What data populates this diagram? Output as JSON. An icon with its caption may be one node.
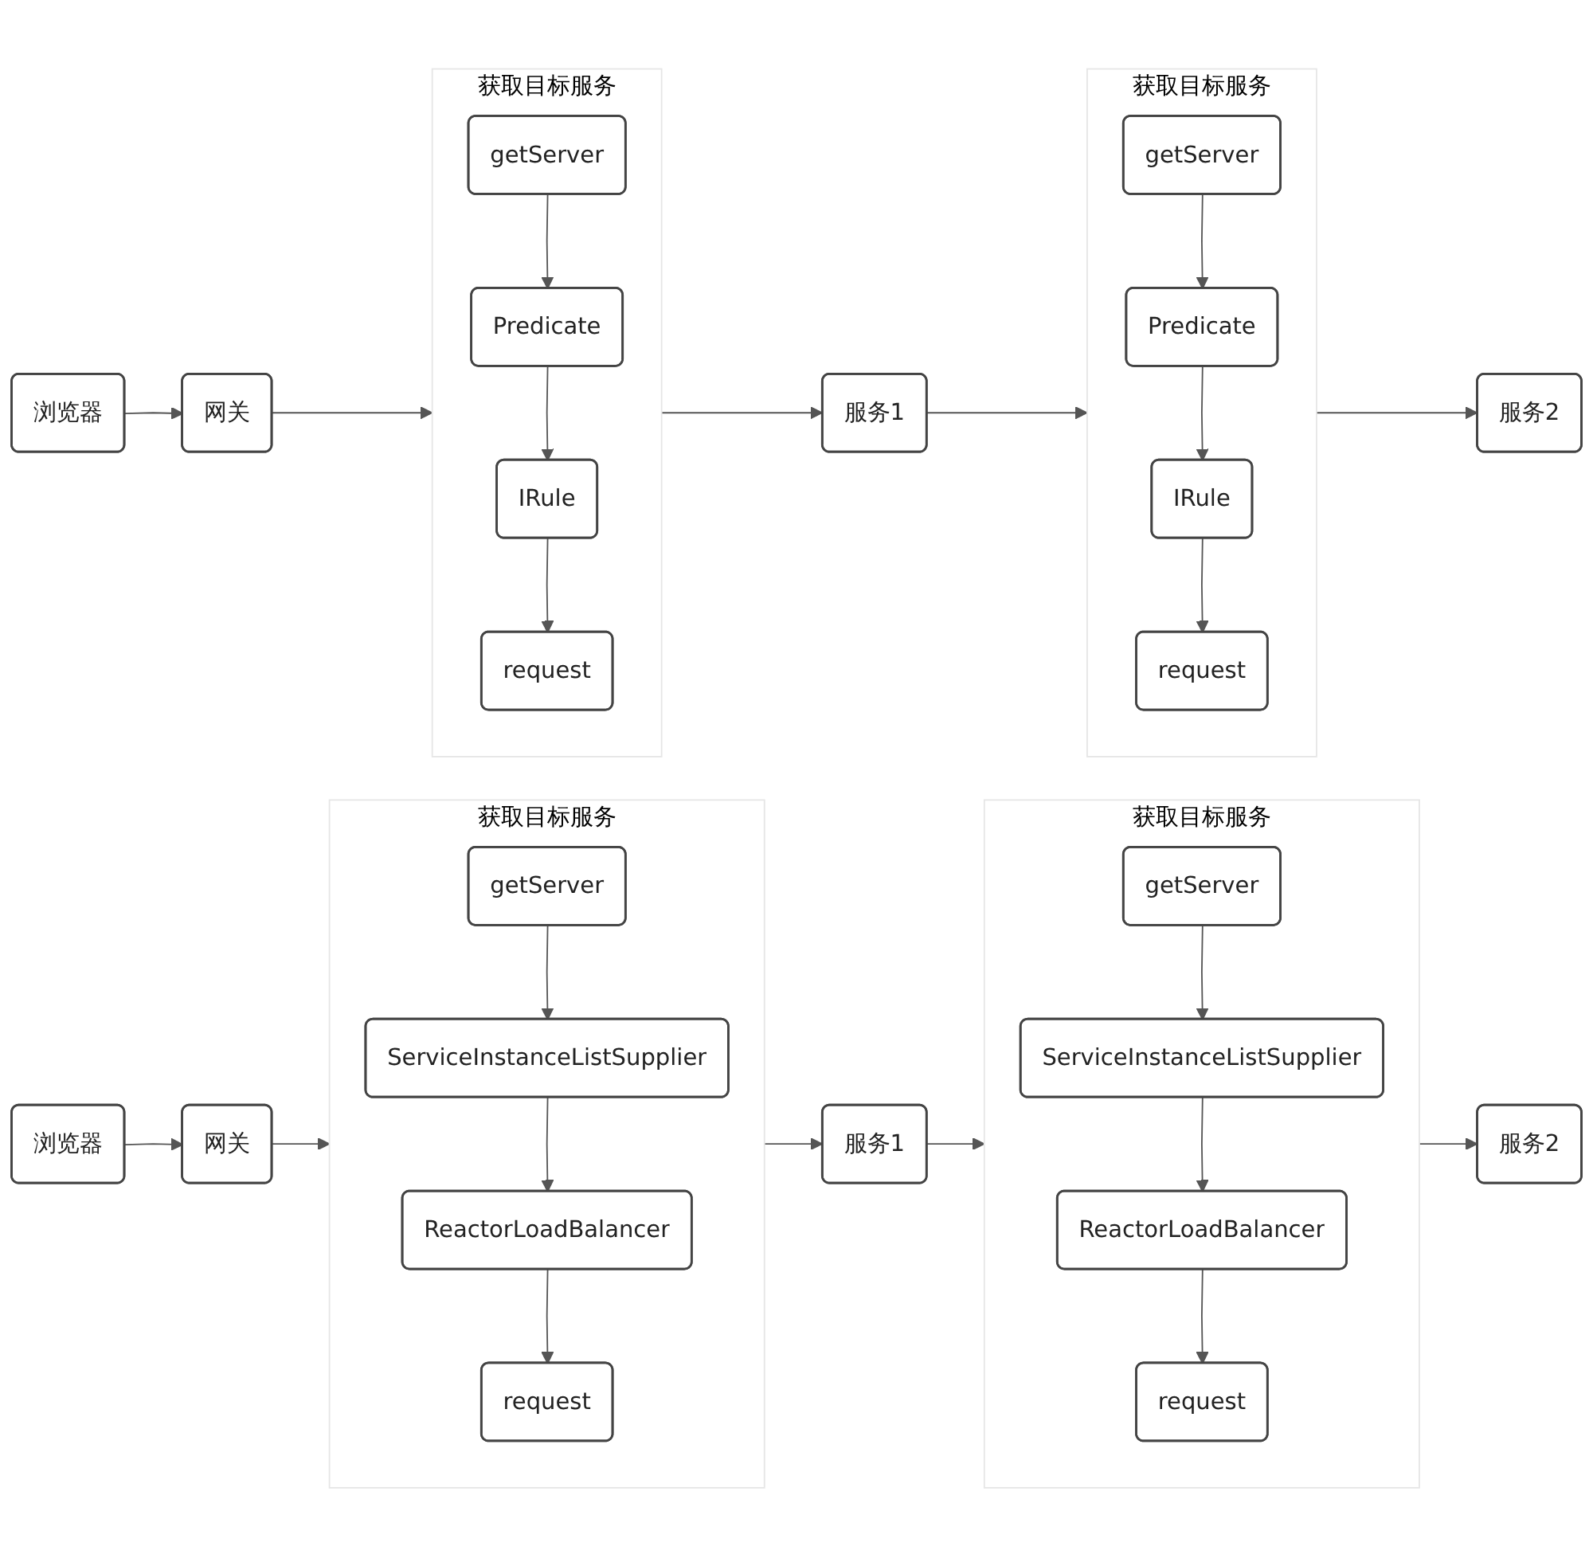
{
  "diagram": {
    "nodes": [
      {
        "text": [
          "浏览器"
        ]
      },
      {
        "text": [
          "网关"
        ]
      },
      {
        "text": [
          "获取目标服务"
        ]
      },
      {
        "text": [
          "getServer"
        ],
        "in": 2
      },
      {
        "text": [
          "Predicate"
        ],
        "in": 2
      },
      {
        "text": [
          "IRule"
        ],
        "in": 2
      },
      {
        "text": [
          "request"
        ],
        "in": 2
      },
      {
        "text": [
          "服务1"
        ]
      },
      {
        "text": [
          "获取目标服务"
        ]
      },
      {
        "text": [
          "getServer"
        ],
        "in": 8
      },
      {
        "text": [
          "Predicate"
        ],
        "in": 8
      },
      {
        "text": [
          "IRule"
        ],
        "in": 8
      },
      {
        "text": [
          "request"
        ],
        "in": 8
      },
      {
        "text": [
          "服务2"
        ]
      },
      {
        "text": [
          "浏览器"
        ]
      },
      {
        "text": [
          "网关"
        ]
      },
      {
        "text": [
          "获取目标服务"
        ]
      },
      {
        "text": [
          "getServer"
        ],
        "in": 16
      },
      {
        "text": [
          "ServiceInstanceListSupplier"
        ],
        "in": 16
      },
      {
        "text": [
          "ReactorLoadBalancer"
        ],
        "in": 16
      },
      {
        "text": [
          "request"
        ],
        "in": 16
      },
      {
        "text": [
          "服务1"
        ]
      },
      {
        "text": [
          "获取目标服务"
        ]
      },
      {
        "text": [
          "getServer"
        ],
        "in": 22
      },
      {
        "text": [
          "ServiceInstanceListSupplier"
        ],
        "in": 22
      },
      {
        "text": [
          "ReactorLoadBalancer"
        ],
        "in": 22
      },
      {
        "text": [
          "request"
        ],
        "in": 22
      },
      {
        "text": [
          "服务2"
        ]
      }
    ],
    "edges": [
      {
        "from": 0,
        "to": 1,
        "arrow": "to"
      },
      {
        "from": 1,
        "to": 2,
        "arrow": "to"
      },
      {
        "from": 3,
        "to": 4,
        "arrow": "to"
      },
      {
        "from": 4,
        "to": 5,
        "arrow": "to"
      },
      {
        "from": 5,
        "to": 6,
        "arrow": "to"
      },
      {
        "from": 2,
        "to": 7,
        "arrow": "to"
      },
      {
        "from": 7,
        "to": 8,
        "arrow": "to"
      },
      {
        "from": 9,
        "to": 10,
        "arrow": "to"
      },
      {
        "from": 10,
        "to": 11,
        "arrow": "to"
      },
      {
        "from": 11,
        "to": 12,
        "arrow": "to"
      },
      {
        "from": 8,
        "to": 13,
        "arrow": "to"
      },
      {
        "from": 14,
        "to": 15,
        "arrow": "to"
      },
      {
        "from": 15,
        "to": 16,
        "arrow": "to"
      },
      {
        "from": 17,
        "to": 18,
        "arrow": "to"
      },
      {
        "from": 18,
        "to": 19,
        "arrow": "to"
      },
      {
        "from": 19,
        "to": 20,
        "arrow": "to"
      },
      {
        "from": 16,
        "to": 21,
        "arrow": "to"
      },
      {
        "from": 21,
        "to": 22,
        "arrow": "to"
      },
      {
        "from": 23,
        "to": 24,
        "arrow": "to"
      },
      {
        "from": 24,
        "to": 25,
        "arrow": "to"
      },
      {
        "from": 25,
        "to": 26,
        "arrow": "to"
      },
      {
        "from": 22,
        "to": 27,
        "arrow": "to"
      }
    ]
  }
}
